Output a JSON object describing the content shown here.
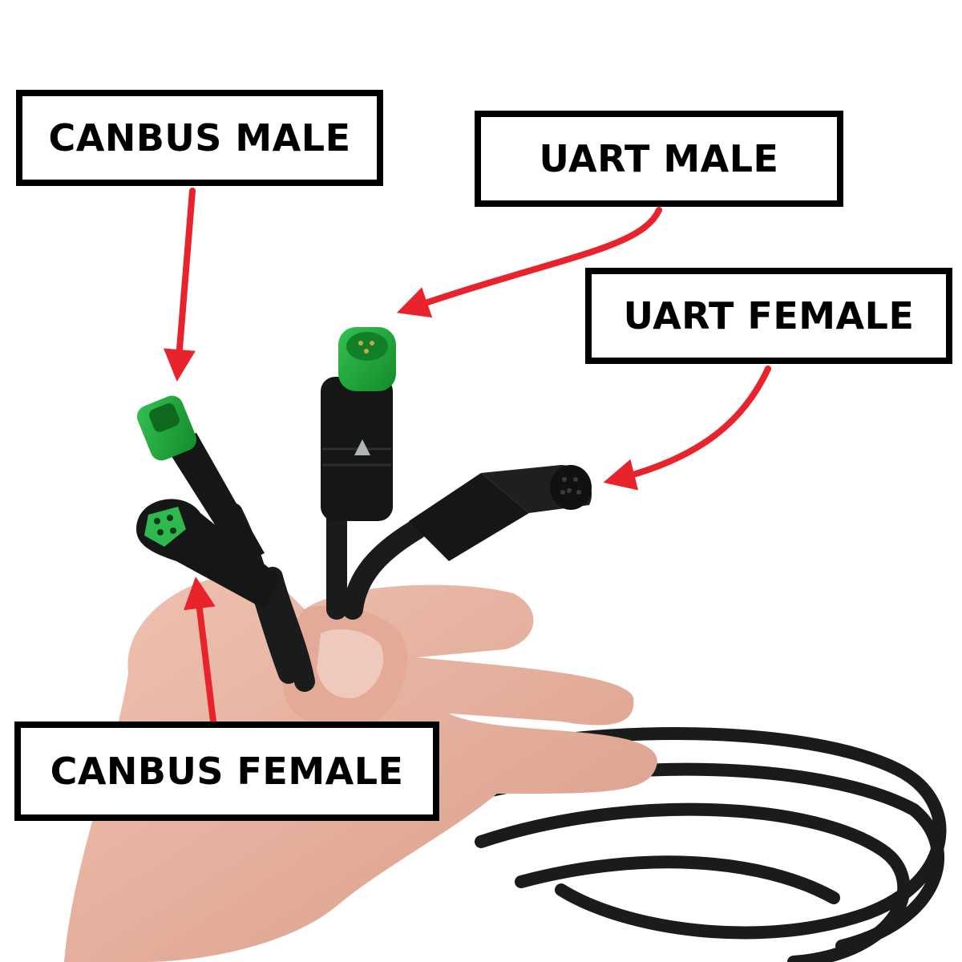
{
  "labels": {
    "canbus_male": "CANBUS MALE",
    "uart_male": "UART MALE",
    "uart_female": "UART FEMALE",
    "canbus_female": "CANBUS FEMALE"
  },
  "colors": {
    "arrow": "#e8232b",
    "connector_green": "#1fa83b",
    "cable": "#1a1c1c",
    "skin": "#e9b6a4"
  }
}
